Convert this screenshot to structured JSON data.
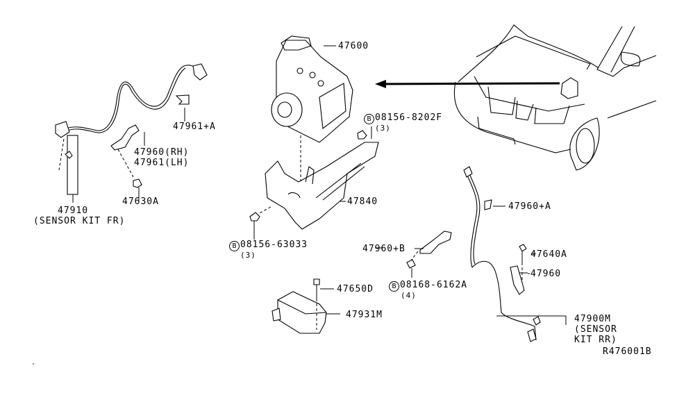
{
  "diagram": {
    "title": "ABS actuator & wheel sensor parts diagram",
    "reference_code": "R476001B",
    "parts": [
      {
        "id": "abs_actuator",
        "number": "47600"
      },
      {
        "id": "front_sensor_clip",
        "number": "47961+A"
      },
      {
        "id": "front_bracket",
        "number": "47960(RH)",
        "number2": "47961(LH)"
      },
      {
        "id": "front_sensor_kit",
        "number": "47910",
        "description": "(SENSOR KIT FR)"
      },
      {
        "id": "front_bolt",
        "number": "47630A"
      },
      {
        "id": "bracket_bolt_upper",
        "marker": "B",
        "number": "08156-8202F",
        "qty": "(3)"
      },
      {
        "id": "actuator_bracket",
        "number": "47840"
      },
      {
        "id": "bracket_bolt_lower",
        "marker": "B",
        "number": "08156-63033",
        "qty": "(3)"
      },
      {
        "id": "rear_sensor_clip",
        "number": "47960+A"
      },
      {
        "id": "rear_bracket_b",
        "number": "47960+B"
      },
      {
        "id": "rear_bolt_a",
        "number": "47640A"
      },
      {
        "id": "rear_bracket",
        "number": "47960"
      },
      {
        "id": "rear_bolt_b",
        "marker": "B",
        "number": "08168-6162A",
        "qty": "(4)"
      },
      {
        "id": "sensor_bolt",
        "number": "47650D"
      },
      {
        "id": "yaw_sensor",
        "number": "47931M"
      },
      {
        "id": "rear_sensor_kit",
        "number": "47900M",
        "description_line1": "(SENSOR",
        "description_line2": "KIT RR)"
      }
    ]
  }
}
